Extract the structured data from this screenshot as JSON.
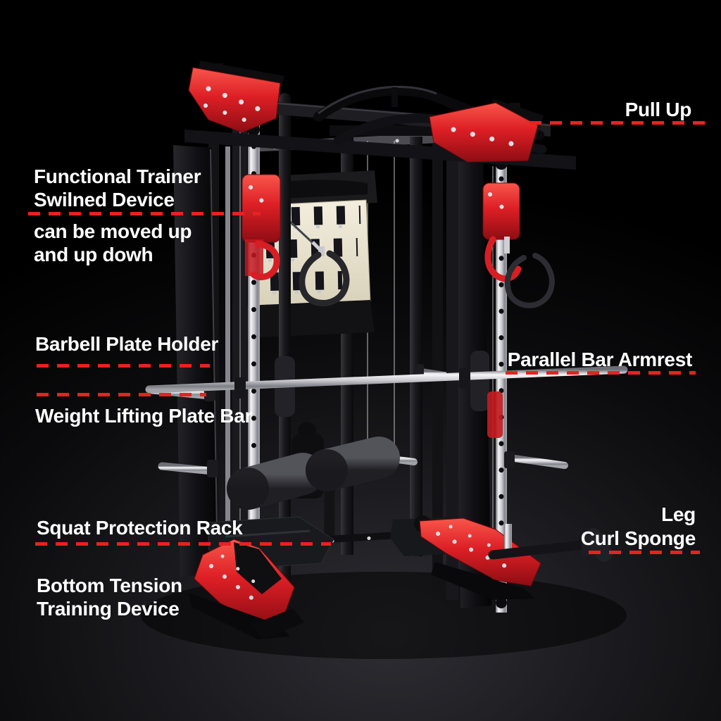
{
  "scene": {
    "background_color": "#050507",
    "floor_highlight_color": "#2d2d33",
    "machine_accent_red": "#dd1f25",
    "leader_line_red": "#e8221f",
    "label_text_color": "#ffffff",
    "chrome_color": "#f5f5f7",
    "accessory_board_color": "#e9e3cf"
  },
  "callouts": {
    "pull_up": {
      "label": "Pull Up"
    },
    "functional_trainer": {
      "line1": "Functional Trainer",
      "line2": "Swilned Device",
      "note_line1": "can be moved up",
      "note_line2": "and up dowh"
    },
    "barbell_plate_holder": {
      "label": "Barbell Plate Holder"
    },
    "weight_lifting_plate_bar": {
      "label": "Weight Lifting Plate Bar"
    },
    "squat_protection_rack": {
      "label": "Squat Protection Rack"
    },
    "bottom_tension_training_device": {
      "line1": "Bottom Tension",
      "line2": "Training Device"
    },
    "parallel_bar_armrest": {
      "label": "Parallel Bar Armrest"
    },
    "leg_curl_sponge": {
      "line1": "Leg",
      "line2": "Curl Sponge"
    }
  }
}
